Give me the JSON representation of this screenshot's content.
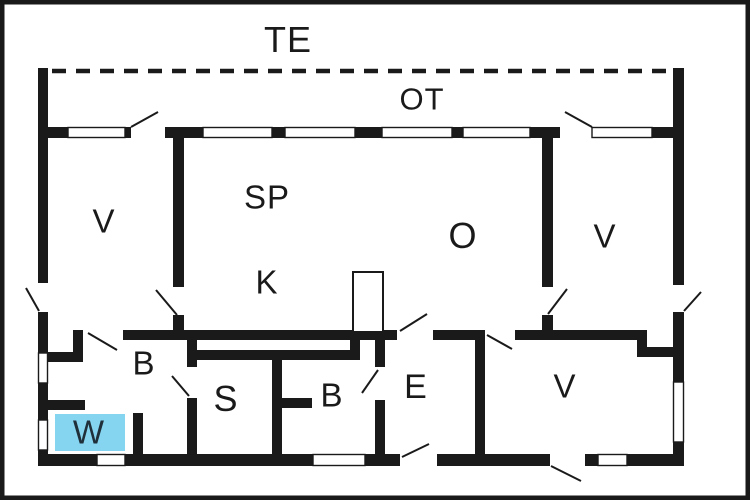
{
  "plan": {
    "type": "floor-plan",
    "labels": {
      "terrace": "TE",
      "ot": "OT",
      "sp": "SP",
      "v_top_left": "V",
      "o": "O",
      "v_top_right": "V",
      "k": "K",
      "b_left": "B",
      "s": "S",
      "b_middle": "B",
      "e": "E",
      "v_bottom_right": "V",
      "w": "W"
    },
    "colors": {
      "wall": "#1a1a1a",
      "background": "#ffffff",
      "w_room_highlight": "#85d5f0",
      "label_text": "#1a1a1a"
    }
  }
}
